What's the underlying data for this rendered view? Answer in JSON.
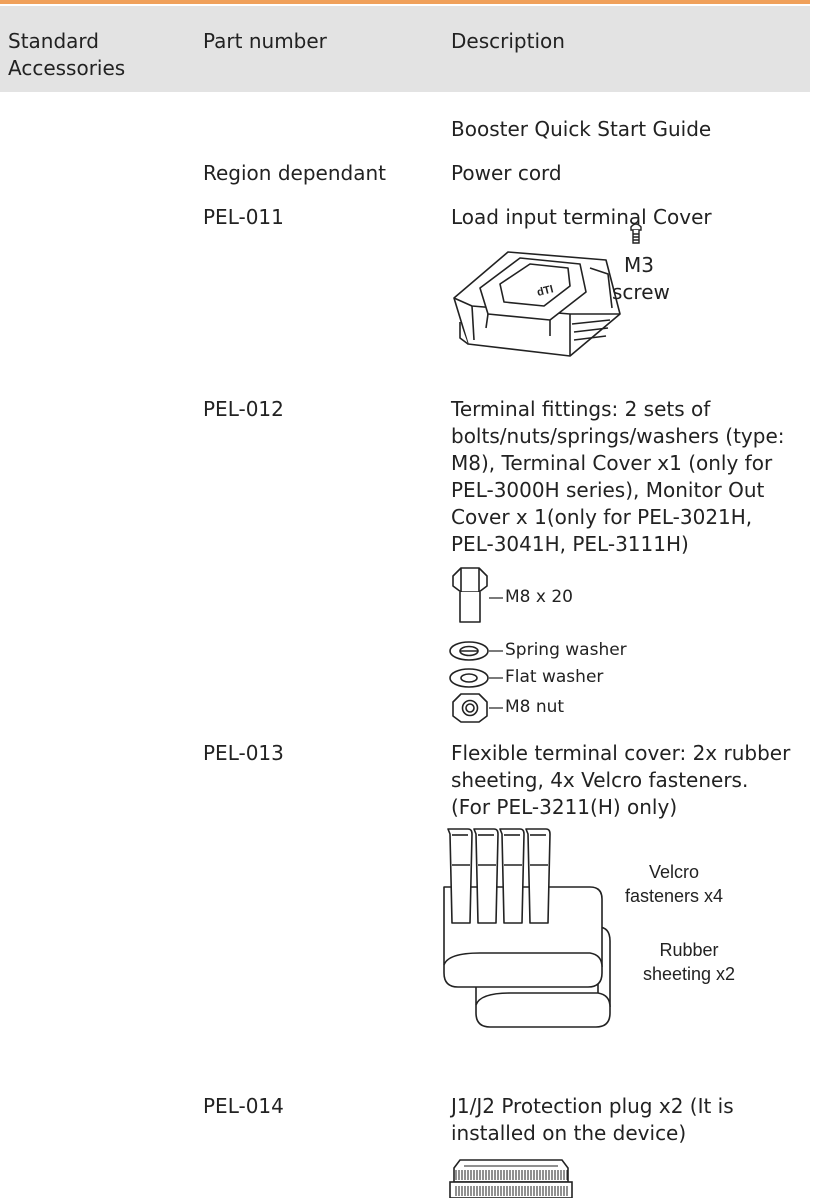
{
  "header": {
    "category_line1": "Standard",
    "category_line2": "Accessories",
    "col_part": "Part number",
    "col_desc": "Description"
  },
  "rows": [
    {
      "part": "",
      "desc": [
        "Booster Quick Start Guide"
      ]
    },
    {
      "part": "Region dependant",
      "desc": [
        "Power cord"
      ]
    },
    {
      "part": "PEL-011",
      "desc": [
        "Load input terminal Cover"
      ],
      "figure": {
        "screw_label_1": "M3",
        "screw_label_2": "screw",
        "cover_text": "dTI"
      }
    },
    {
      "part": "PEL-012",
      "desc": [
        "Terminal fittings: 2 sets of",
        "bolts/nuts/springs/washers (type:",
        "M8), Terminal Cover x1 (only for",
        "PEL-3000H series), Monitor Out",
        "Cover x 1(only for PEL-3021H,",
        "PEL-3041H, PEL-3111H)"
      ],
      "figure": {
        "bolt": "M8 x 20",
        "spring": "Spring washer",
        "flat": "Flat washer",
        "nut": "M8 nut"
      }
    },
    {
      "part": "PEL-013",
      "desc": [
        "Flexible terminal cover: 2x rubber",
        "sheeting, 4x Velcro fasteners.",
        "(For PEL-3211(H) only)"
      ],
      "figure": {
        "velcro_1": "Velcro",
        "velcro_2": "fasteners x4",
        "rubber_1": "Rubber",
        "rubber_2": "sheeting x2"
      }
    },
    {
      "part": "PEL-014",
      "desc": [
        "J1/J2 Protection plug x2 (It is",
        "installed on the device)"
      ]
    }
  ]
}
